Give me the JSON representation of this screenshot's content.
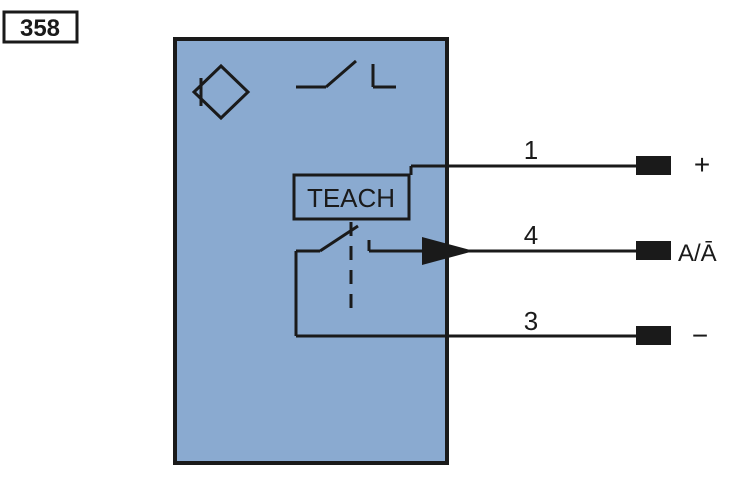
{
  "figure_number": "358",
  "teach_label": "TEACH",
  "wires": [
    {
      "pin": "1",
      "signal": "+"
    },
    {
      "pin": "4",
      "signal": "A/Ā"
    },
    {
      "pin": "3",
      "signal": "−"
    }
  ],
  "colors": {
    "sensor_body": "#8aaad0",
    "line": "#1a1a1a",
    "background": "#ffffff"
  }
}
